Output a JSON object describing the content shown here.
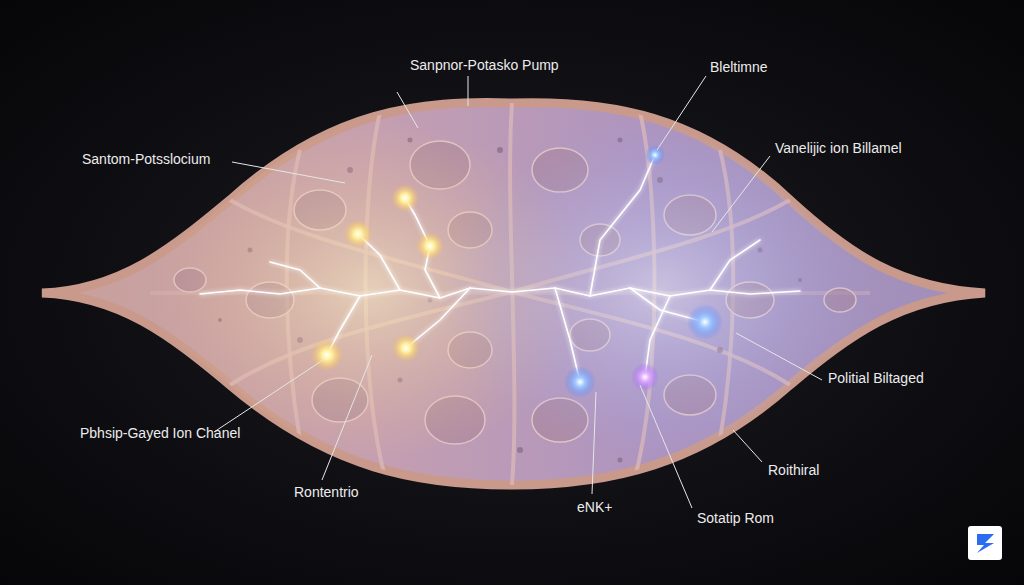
{
  "diagram": {
    "labels": [
      "Sanpnor-Potasko Pump",
      "Santom-Potsslocium",
      "Bleltimne",
      "Vanelijic ion Billamel",
      "Politial Biltaged",
      "Roithiral",
      "Sotatip Rom",
      "eNK+",
      "Rontentrio",
      "Pbhsip-Gayed Ion Chanel"
    ]
  }
}
